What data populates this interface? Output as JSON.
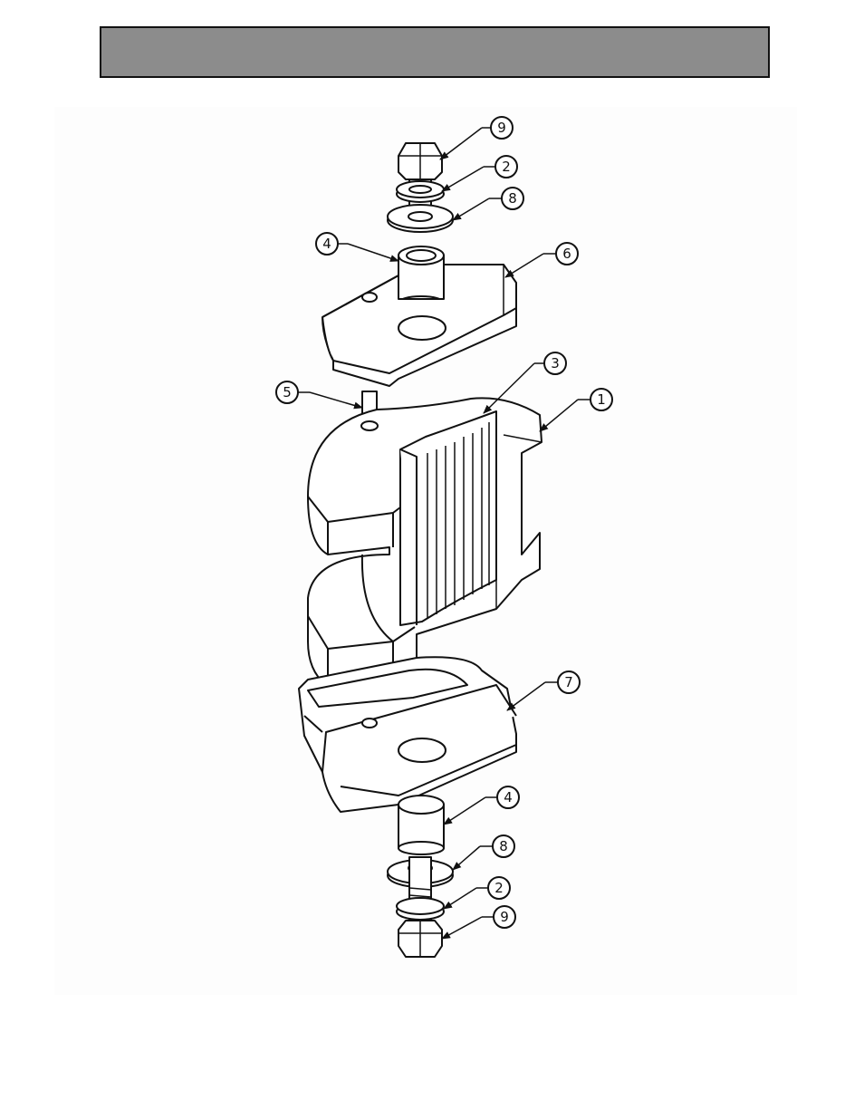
{
  "colors": {
    "header_bar": "#8c8c8c",
    "outline": "#111111",
    "background": "#ffffff"
  },
  "callouts": [
    {
      "id": "9",
      "text": "9"
    },
    {
      "id": "2",
      "text": "2"
    },
    {
      "id": "8",
      "text": "8"
    },
    {
      "id": "4",
      "text": "4"
    },
    {
      "id": "6",
      "text": "6"
    },
    {
      "id": "3",
      "text": "3"
    },
    {
      "id": "1",
      "text": "1"
    },
    {
      "id": "5",
      "text": "5"
    },
    {
      "id": "7",
      "text": "7"
    },
    {
      "id": "4",
      "text": "4"
    },
    {
      "id": "8",
      "text": "8"
    },
    {
      "id": "2",
      "text": "2"
    },
    {
      "id": "9",
      "text": "9"
    }
  ]
}
